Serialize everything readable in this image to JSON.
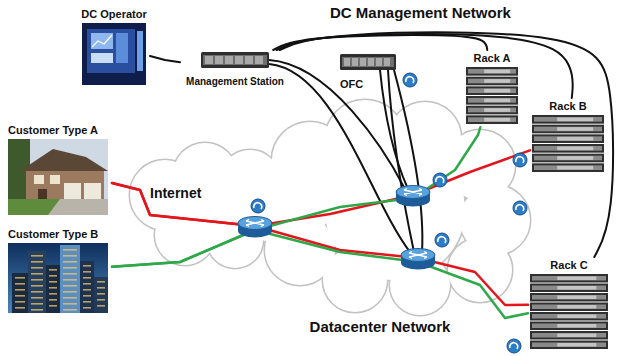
{
  "diagram": {
    "title": "DC Management Network",
    "nodes": [
      {
        "text": [
          "DC Operator"
        ]
      },
      {
        "text": [
          "Management Station"
        ]
      },
      {
        "text": [
          "OFC"
        ]
      },
      {
        "text": [
          "Rack A"
        ]
      },
      {
        "text": [
          "Customer Type A"
        ]
      },
      {
        "text": [
          "Rack B"
        ]
      },
      {
        "text": [
          "Customer Type B"
        ]
      },
      {
        "text": [
          "Rack C"
        ]
      }
    ],
    "edges": [
      {
        "from": 0,
        "to": 1,
        "arrow": "none"
      },
      {
        "from": 1,
        "to": 3,
        "arrow": "none"
      },
      {
        "from": 1,
        "to": 5,
        "arrow": "none"
      },
      {
        "from": 1,
        "to": 7,
        "arrow": "none"
      },
      {
        "from": 4,
        "to": 5,
        "arrow": "none"
      },
      {
        "from": 4,
        "to": 7,
        "arrow": "none"
      },
      {
        "from": 6,
        "to": 3,
        "arrow": "none"
      },
      {
        "from": 6,
        "to": 7,
        "arrow": "none"
      }
    ],
    "labels": [
      "Internet",
      "Datacenter Network"
    ]
  }
}
